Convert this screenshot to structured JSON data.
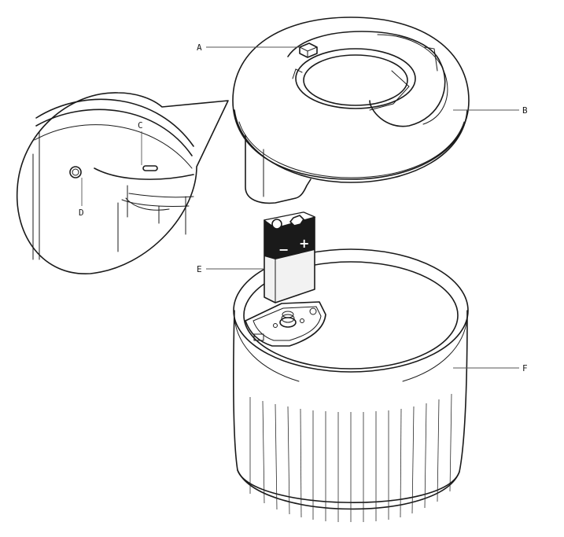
{
  "labels": {
    "a": "A",
    "b": "B",
    "c": "C",
    "d": "D",
    "e": "E",
    "f": "F"
  },
  "battery": {
    "minus": "−",
    "plus": "+"
  },
  "colors": {
    "stroke": "#1a1a1a",
    "battery_band": "#1a1a1a",
    "battery_body": "#f2f2f2",
    "background": "#ffffff"
  }
}
